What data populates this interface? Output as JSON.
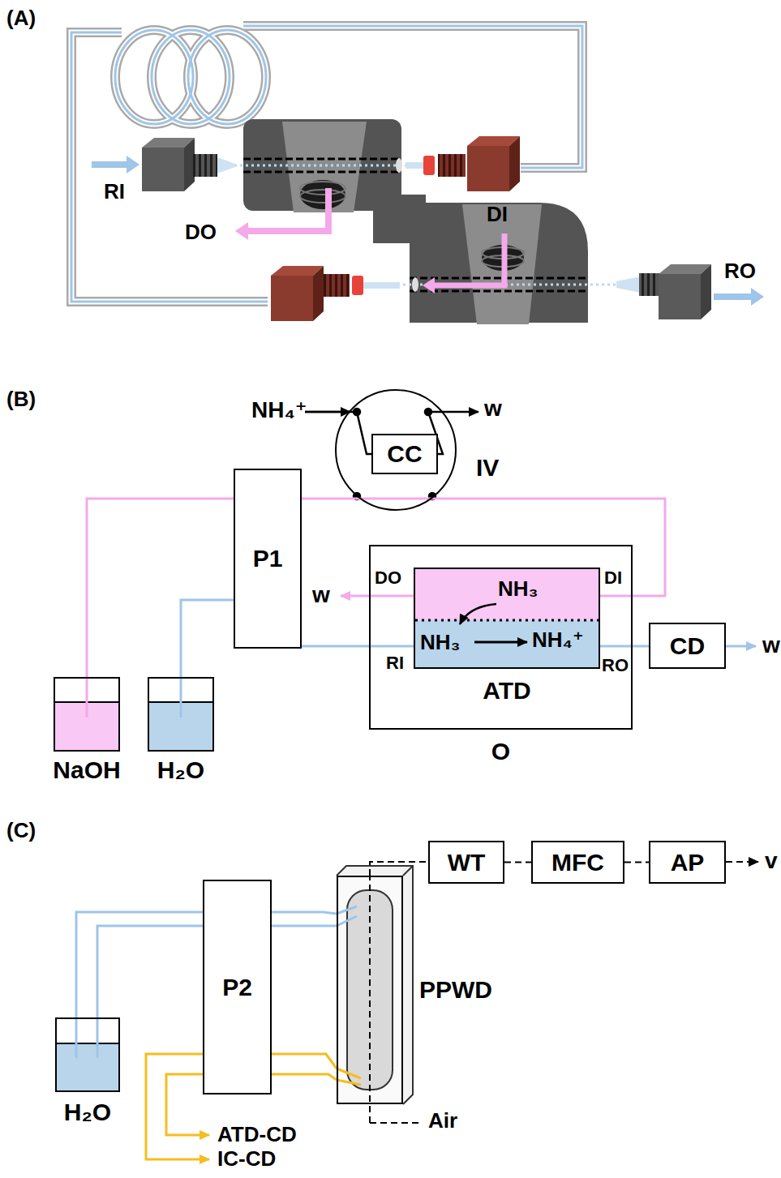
{
  "diagram": {
    "nodes": [
      {
        "text": [
          "IV"
        ]
      },
      {
        "text": [
          "CC"
        ],
        "in": 0
      },
      {
        "text": [
          "P1"
        ]
      },
      {
        "text": [
          "O"
        ]
      },
      {
        "text": [
          "ATD"
        ],
        "in": 3
      },
      {
        "text": [
          "CD"
        ]
      },
      {
        "text": [
          "NaOH"
        ]
      },
      {
        "text": [
          "H₂O"
        ]
      },
      {
        "text": [
          "P2"
        ]
      },
      {
        "text": [
          "PPWD"
        ]
      },
      {
        "text": [
          "WT"
        ]
      },
      {
        "text": [
          "MFC"
        ]
      },
      {
        "text": [
          "AP"
        ]
      },
      {
        "text": [
          "H₂O"
        ]
      }
    ],
    "edges": [
      {
        "from": 6,
        "to": 2,
        "arrow": "none"
      },
      {
        "from": 2,
        "to": 4,
        "arrow": "none"
      },
      {
        "from": 7,
        "to": 2,
        "arrow": "none"
      },
      {
        "from": 2,
        "to": 4,
        "arrow": "none"
      },
      {
        "from": 4,
        "to": 5,
        "arrow": "none"
      },
      {
        "from": 13,
        "to": 8,
        "arrow": "none"
      },
      {
        "from": 13,
        "to": 8,
        "arrow": "none"
      },
      {
        "from": 8,
        "to": 9,
        "arrow": "none"
      },
      {
        "from": 8,
        "to": 9,
        "arrow": "none"
      },
      {
        "from": 9,
        "to": 8,
        "arrow": "none"
      },
      {
        "from": 9,
        "to": 8,
        "arrow": "none"
      },
      {
        "from": 9,
        "to": 10,
        "arrow": "none"
      },
      {
        "from": 10,
        "to": 11,
        "arrow": "none"
      },
      {
        "from": 11,
        "to": 12,
        "arrow": "none"
      }
    ],
    "labels": [
      "(A)",
      "RI",
      "DO",
      "DI",
      "RO",
      "(B)",
      "NH₄⁺",
      "w",
      "w",
      "DO",
      "DI",
      "NH₃",
      "NH₃",
      "NH₄⁺",
      "RI",
      "RO",
      "w",
      "(C)",
      "v",
      "Air",
      "ATD-CD",
      "IC-CD"
    ]
  }
}
